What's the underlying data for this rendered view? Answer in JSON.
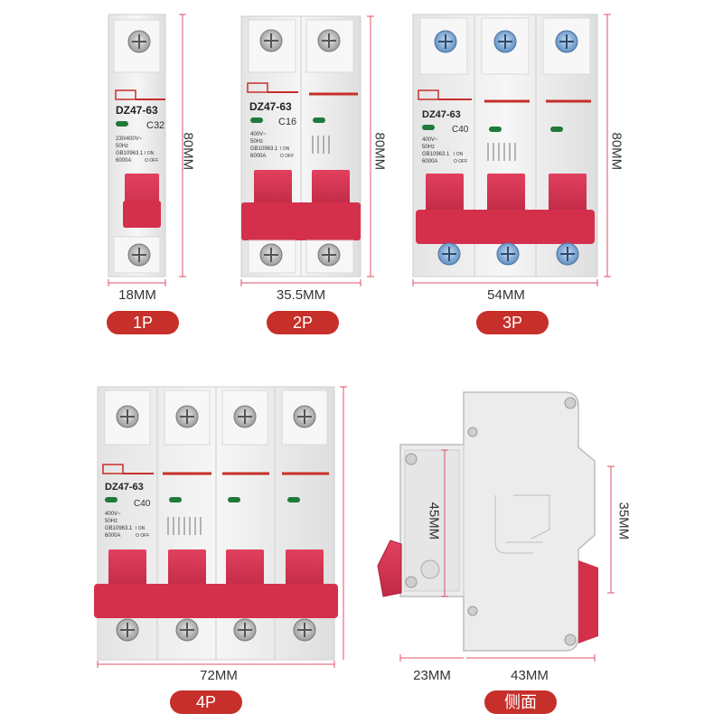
{
  "colors": {
    "accent": "#c62f2a",
    "handle": "#d8324f",
    "body": "#f1f1f1",
    "dimension_line": "#e0506a",
    "screw_blue": "#6d9ccf",
    "indicator_green": "#1f7a3a"
  },
  "breaker": {
    "model": "DZ47-63",
    "spec_lines_1p": [
      "230/400V~",
      "50Hz",
      "GB10963.1",
      "6000A"
    ],
    "spec_lines": [
      "400V~",
      "50Hz",
      "GB10963.1",
      "6000A"
    ],
    "switch_on": "I ON",
    "switch_off": "O OFF"
  },
  "variants": [
    {
      "badge": "1P",
      "width": "18MM",
      "height": "80MM",
      "rating": "C32"
    },
    {
      "badge": "2P",
      "width": "35.5MM",
      "height": "80MM",
      "rating": "C16"
    },
    {
      "badge": "3P",
      "width": "54MM",
      "height": "80MM",
      "rating": "C40"
    },
    {
      "badge": "4P",
      "width": "72MM",
      "rating": "C40"
    }
  ],
  "side_view": {
    "badge": "侧面",
    "inner_height": "45MM",
    "outer_height": "35MM",
    "base_depth": "23MM",
    "total_depth": "43MM"
  }
}
